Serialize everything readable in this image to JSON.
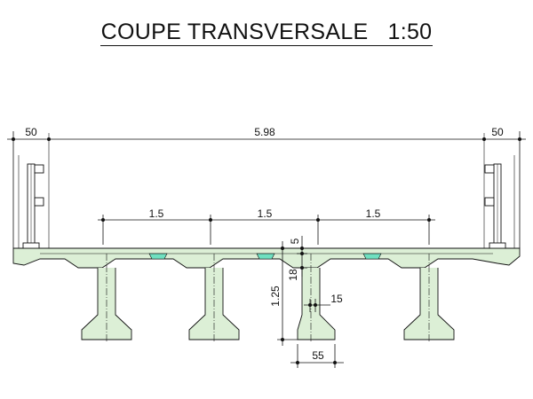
{
  "title": {
    "text": "COUPE TRANSVERSALE",
    "scale": "1:50"
  },
  "dimensions": {
    "left_cantilever": "50",
    "overall_width": "5.98",
    "right_cantilever": "50",
    "beam_spacing": [
      "1.5",
      "1.5",
      "1.5"
    ],
    "slab_thickness": "5",
    "flange_depth": "18",
    "beam_height": "1.25",
    "web_width": "15",
    "bottom_flange_width": "55"
  },
  "colors": {
    "concrete_fill": "#dcefd6",
    "joint_fill": "#6fe0c0",
    "line": "#111111"
  }
}
